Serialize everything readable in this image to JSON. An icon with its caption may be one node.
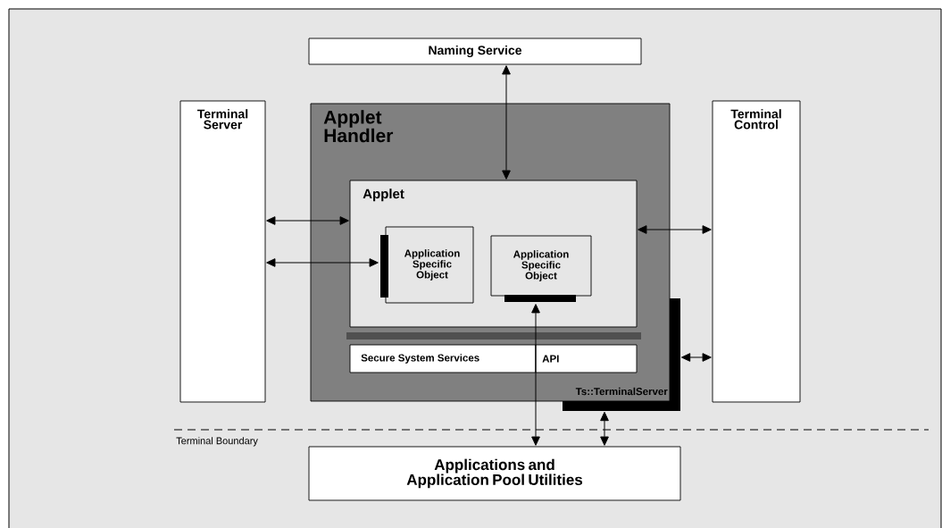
{
  "diagram": {
    "nodes": [
      {
        "text": [
          "Naming Service"
        ]
      },
      {
        "text": [
          "Terminal Server"
        ]
      },
      {
        "text": [
          "Applet Handler",
          "Ts::TerminalServer"
        ]
      },
      {
        "text": [
          "Applet"
        ],
        "in": 2
      },
      {
        "text": [
          "Application Specific Object"
        ],
        "in": 3
      },
      {
        "text": [
          "Application Specific Object"
        ],
        "in": 3
      },
      {
        "text": [
          "Secure System Services"
        ],
        "in": 2
      },
      {
        "text": [
          "API"
        ],
        "in": 2
      },
      {
        "text": [],
        "shape": "bar"
      },
      {
        "text": [
          "Terminal Control"
        ]
      },
      {
        "text": [
          "Applications and Application Pool Utilities"
        ]
      }
    ],
    "edges": [
      {
        "from": 0,
        "to": 3,
        "arrow": "both"
      },
      {
        "from": 1,
        "to": 3,
        "arrow": "both"
      },
      {
        "from": 1,
        "to": 4,
        "arrow": "both"
      },
      {
        "from": 3,
        "to": 9,
        "arrow": "both"
      },
      {
        "from": 5,
        "to": 10,
        "arrow": "both"
      },
      {
        "from": 8,
        "to": 9,
        "arrow": "both"
      },
      {
        "from": 8,
        "to": 10,
        "arrow": "both"
      }
    ],
    "labels": [
      "Terminal Boundary"
    ]
  }
}
